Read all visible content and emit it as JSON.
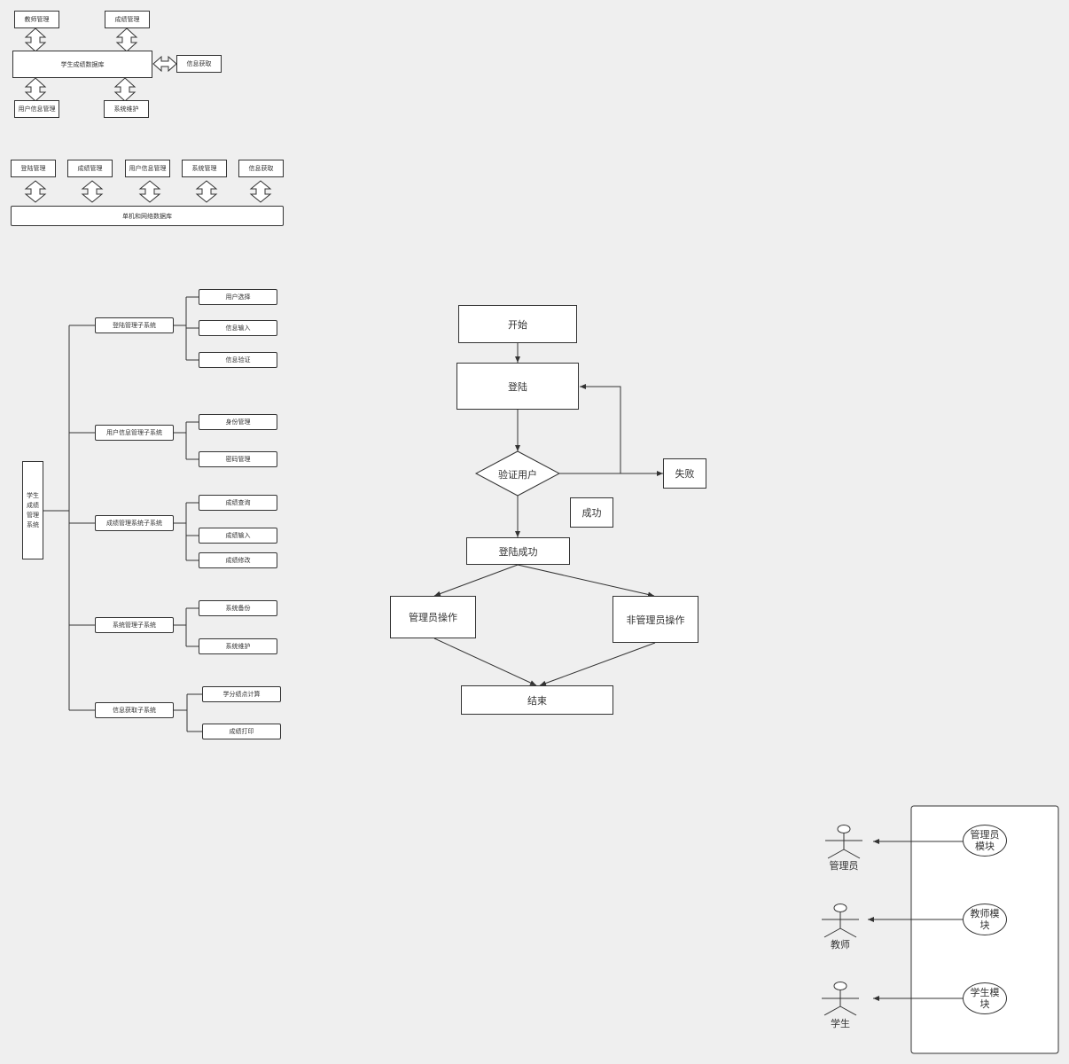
{
  "diagram1": {
    "center": "学生成绩数据库",
    "top": [
      "教师管理",
      "成绩管理"
    ],
    "bottom": [
      "用户信息管理",
      "系统维护"
    ],
    "right": "信息获取"
  },
  "diagram2": {
    "modules": [
      "登陆管理",
      "成绩管理",
      "用户信息管理",
      "系统管理",
      "信息获取"
    ],
    "base": "单机和网络数据库"
  },
  "tree": {
    "root": "学生成绩管理系统",
    "subsystems": [
      {
        "label": "登陆管理子系统",
        "children": [
          "用户选择",
          "信息输入",
          "信息验证"
        ]
      },
      {
        "label": "用户信息管理子系统",
        "children": [
          "身份管理",
          "密码管理"
        ]
      },
      {
        "label": "成绩管理系统子系统",
        "children": [
          "成绩查询",
          "成绩输入",
          "成绩修改"
        ]
      },
      {
        "label": "系统管理子系统",
        "children": [
          "系统备份",
          "系统维护"
        ]
      },
      {
        "label": "信息获取子系统",
        "children": [
          "学分绩点计算",
          "成绩打印"
        ]
      }
    ]
  },
  "flowchart": {
    "start": "开始",
    "login": "登陆",
    "verify": "验证用户",
    "fail": "失败",
    "success": "成功",
    "login_success": "登陆成功",
    "admin_op": "管理员操作",
    "non_admin_op": "非管理员操作",
    "end": "结束"
  },
  "usecase": {
    "actors": [
      "管理员",
      "教师",
      "学生"
    ],
    "modules": [
      "管理员模块",
      "教师模块",
      "学生模块"
    ]
  }
}
